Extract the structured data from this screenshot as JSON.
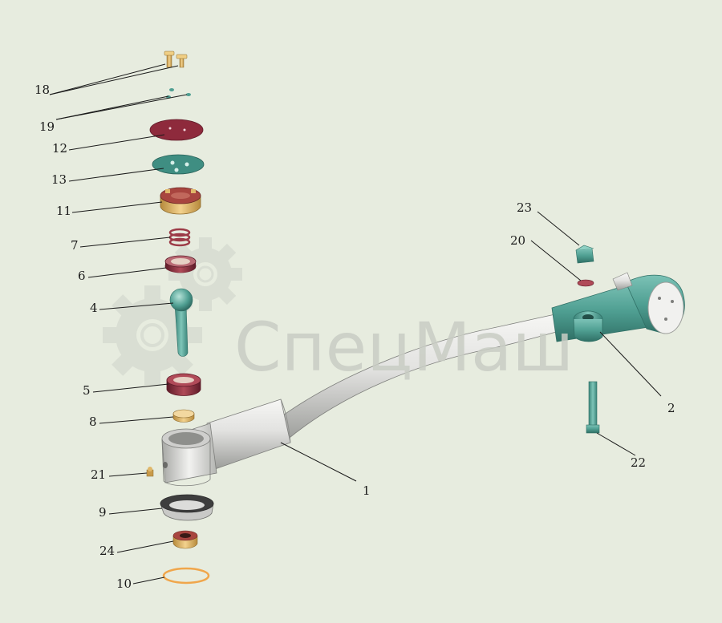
{
  "watermark": {
    "text": "СпецМаш"
  },
  "colors": {
    "background": "#e7ecdf",
    "steel": "#e4e4e2",
    "teal": "#4f9f92",
    "maroon": "#8e2a3c",
    "brass": "#e0b76a",
    "orange": "#f0a64b"
  },
  "callouts": [
    {
      "id": "c18",
      "label": "18",
      "part": "screws"
    },
    {
      "id": "c19",
      "label": "19",
      "part": "washers"
    },
    {
      "id": "c12",
      "label": "12",
      "part": "cover-plate"
    },
    {
      "id": "c13",
      "label": "13",
      "part": "gasket"
    },
    {
      "id": "c11",
      "label": "11",
      "part": "threaded-plug"
    },
    {
      "id": "c7",
      "label": "7",
      "part": "spring"
    },
    {
      "id": "c6",
      "label": "6",
      "part": "ball-socket-upper"
    },
    {
      "id": "c4",
      "label": "4",
      "part": "ball-pin"
    },
    {
      "id": "c5",
      "label": "5",
      "part": "ball-socket-lower"
    },
    {
      "id": "c8",
      "label": "8",
      "part": "bushing"
    },
    {
      "id": "c21",
      "label": "21",
      "part": "grease-fitting"
    },
    {
      "id": "c9",
      "label": "9",
      "part": "dust-boot"
    },
    {
      "id": "c24",
      "label": "24",
      "part": "castle-nut"
    },
    {
      "id": "c10",
      "label": "10",
      "part": "ring"
    },
    {
      "id": "c1",
      "label": "1",
      "part": "tie-rod"
    },
    {
      "id": "c2",
      "label": "2",
      "part": "rod-end"
    },
    {
      "id": "c22",
      "label": "22",
      "part": "clamp-bolt"
    },
    {
      "id": "c20",
      "label": "20",
      "part": "washer"
    },
    {
      "id": "c23",
      "label": "23",
      "part": "nut"
    }
  ]
}
